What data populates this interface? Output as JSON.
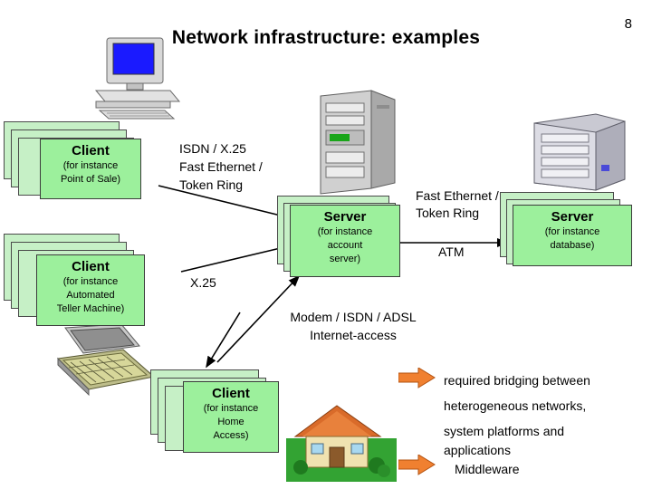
{
  "slide": {
    "title": "Network infrastructure: examples",
    "number": "8"
  },
  "nodes": {
    "client_pos": {
      "title": "Client",
      "sub1": "(for instance",
      "sub2": "Point of Sale)"
    },
    "client_atm": {
      "title": "Client",
      "sub1": "(for instance",
      "sub2": "Automated",
      "sub3": "Teller Machine)"
    },
    "client_home": {
      "title": "Client",
      "sub1": "(for instance",
      "sub2": "Home",
      "sub3": "Access)"
    },
    "server_account": {
      "title": "Server",
      "sub1": "(for instance",
      "sub2": "account",
      "sub3": "server)"
    },
    "server_database": {
      "title": "Server",
      "sub1": "(for instance",
      "sub2": "database)"
    }
  },
  "link_labels": {
    "isdn_x25": "ISDN / X.25",
    "fast_ethernet_1": "Fast Ethernet /",
    "token_ring_1": "Token Ring",
    "fast_ethernet_2": "Fast Ethernet /",
    "token_ring_2": "Token Ring",
    "atm": "ATM",
    "x25": "X.25",
    "modem": "Modem / ISDN / ADSL",
    "internet_access": "Internet-access"
  },
  "legend": {
    "line1": "required bridging between",
    "line2": "heterogeneous networks,",
    "line3": "system platforms and",
    "line4": "applications",
    "line5": "Middleware"
  },
  "colors": {
    "box_front": "#9cf09c",
    "box_back": "#c6f0c6",
    "arrow_orange": "#f08030",
    "screen_blue": "#1a1aff",
    "device_gray": "#d4d4d4"
  },
  "icons": {
    "desktop": "desktop-computer-icon",
    "tower": "server-tower-icon",
    "rack": "server-rack-icon",
    "laptop": "laptop-icon",
    "house": "house-icon",
    "arrow": "arrow-right-icon"
  }
}
